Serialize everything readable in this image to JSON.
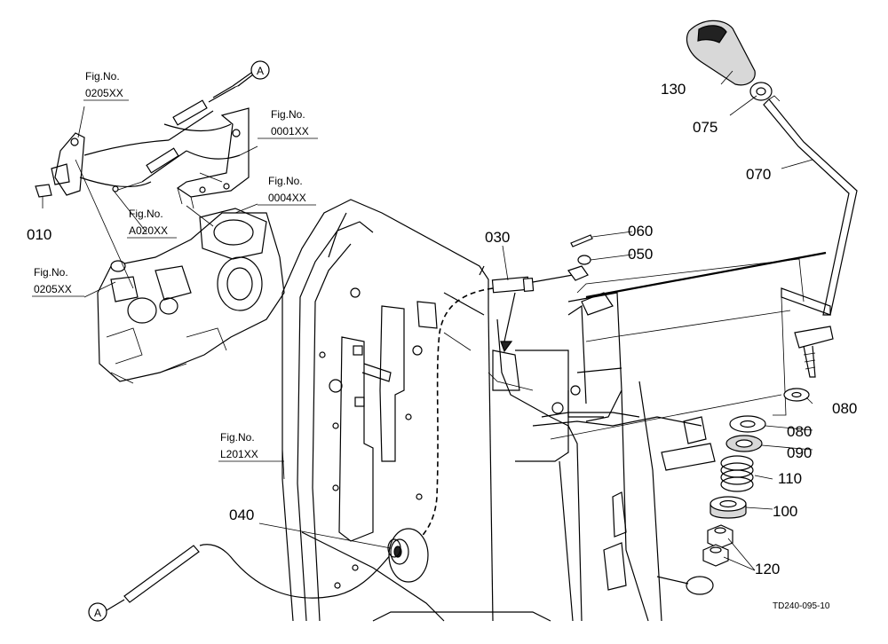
{
  "diagram": {
    "figure_code": "TD240-095-10",
    "callout_letter": "A",
    "fig_ref_prefix": "Fig.No.",
    "fig_refs": [
      "0205XX",
      "0001XX",
      "0004XX",
      "A020XX",
      "0205XX",
      "L201XX"
    ],
    "part_numbers": [
      "010",
      "030",
      "040",
      "050",
      "060",
      "070",
      "075",
      "080",
      "080",
      "090",
      "100",
      "110",
      "120",
      "130"
    ]
  }
}
